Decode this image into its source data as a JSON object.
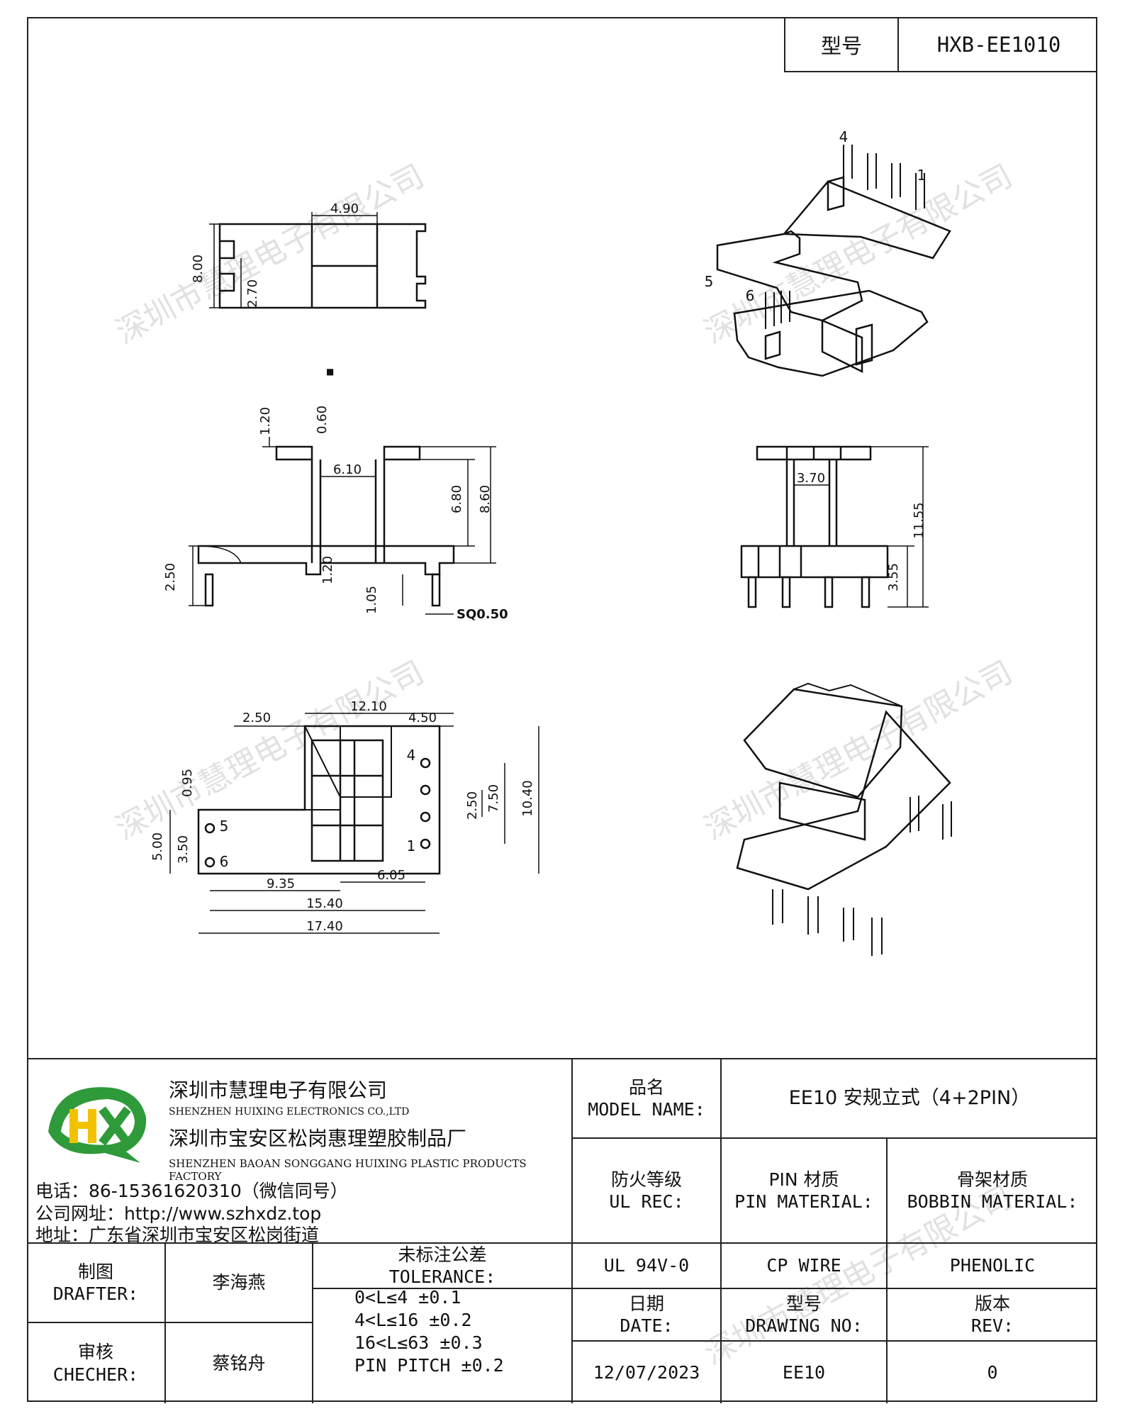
{
  "model_box": {
    "label": "型号",
    "value": "HXB-EE1010"
  },
  "watermark": "深圳市慧理电子有限公司",
  "drawing": {
    "top_view": {
      "dim_width": "4.90",
      "dim_height": "8.00",
      "dim_slot": "2.70",
      "marker": "■"
    },
    "iso_top_pins": {
      "pin4": "4",
      "pin1": "1",
      "pin5": "5",
      "pin6": "6"
    },
    "front_view": {
      "dim_flange": "1.20",
      "dim_gap": "0.60",
      "dim_inner": "6.10",
      "dim_h1": "6.80",
      "dim_h2": "8.60",
      "dim_base": "2.50",
      "dim_b2": "1.20",
      "dim_b3": "1.05",
      "dim_pin": "SQ0.50"
    },
    "side_view": {
      "dim_core": "3.70",
      "dim_total": "11.55",
      "dim_base": "3.55"
    },
    "bottom_view": {
      "dim_total_w": "12.10",
      "dim_left": "2.50",
      "dim_right": "4.50",
      "dim_95": "0.95",
      "dim_500": "5.00",
      "dim_350": "3.50",
      "dim_250": "2.50",
      "dim_750": "7.50",
      "dim_1040": "10.40",
      "dim_935": "9.35",
      "dim_605": "6.05",
      "dim_1540": "15.40",
      "dim_1740": "17.40",
      "pin4": "4",
      "pin1": "1",
      "pin5": "5",
      "pin6": "6"
    }
  },
  "company": {
    "name_cn": "深圳市慧理电子有限公司",
    "name_en": "SHENZHEN HUIXING ELECTRONICS CO.,LTD",
    "factory_cn": "深圳市宝安区松岗惠理塑胶制品厂",
    "factory_en": "SHENZHEN BAOAN SONGGANG HUIXING PLASTIC PRODUCTS FACTORY",
    "phone": "电话：86-15361620310（微信同号）",
    "website": "公司网址：http://www.szhxdz.top",
    "address": "地址：广东省深圳市宝安区松岗街道",
    "logo_text": "HX",
    "logo_colors": {
      "green": "#2e9a3a",
      "yellow": "#f2c200"
    }
  },
  "title_block": {
    "model_name_cn": "品名",
    "model_name_en": "MODEL NAME:",
    "model_name_value": "EE10 安规立式（4+2PIN）",
    "ul_rec_cn": "防火等级",
    "ul_rec_en": "UL REC:",
    "pin_mat_cn": "PIN 材质",
    "pin_mat_en": "PIN MATERIAL:",
    "bobbin_mat_cn": "骨架材质",
    "bobbin_mat_en": "BOBBIN MATERIAL:",
    "drafter_cn": "制图",
    "drafter_en": "DRAFTER:",
    "drafter_value": "李海燕",
    "checker_cn": "审核",
    "checker_en": "CHECHER:",
    "checker_value": "蔡铭舟",
    "tolerance_cn": "未标注公差",
    "tolerance_en": "TOLERANCE:",
    "tol_1": "0<L≤4   ±0.1",
    "tol_2": "4<L≤16  ±0.2",
    "tol_3": "16<L≤63  ±0.3",
    "tol_4": "PIN PITCH  ±0.2",
    "ul_value": "UL 94V-0",
    "pin_value": "CP WIRE",
    "bobbin_value": "PHENOLIC",
    "date_cn": "日期",
    "date_en": "DATE:",
    "date_value": "12/07/2023",
    "drawing_no_cn": "型号",
    "drawing_no_en": "DRAWING NO:",
    "drawing_no_value": "EE10",
    "rev_cn": "版本",
    "rev_en": "REV:",
    "rev_value": "0"
  }
}
